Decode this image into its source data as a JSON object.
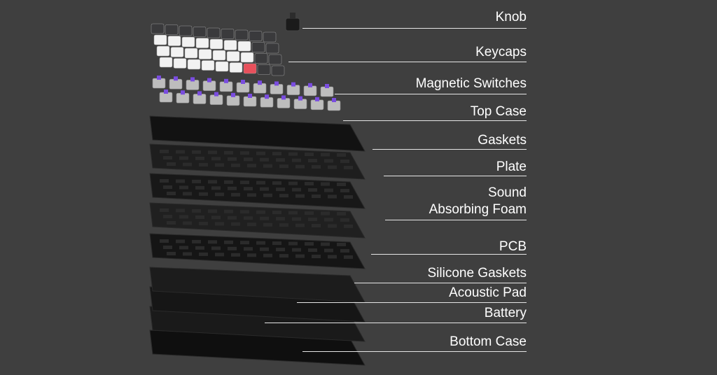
{
  "colors": {
    "background": "#3f3f3f",
    "label_text": "#ffffff",
    "leader_line": "#e6e6e6",
    "keycap_white": "#f2f2f2",
    "keycap_grey": "#3a3a3c",
    "accent_key": "#e8505b",
    "switch_purple": "#7a4de0",
    "layer_black": "#141414"
  },
  "labels": [
    {
      "key": "knob",
      "text": "Knob"
    },
    {
      "key": "keycaps",
      "text": "Keycaps"
    },
    {
      "key": "magnetic_switches",
      "text": "Magnetic Switches"
    },
    {
      "key": "top_case",
      "text": "Top Case"
    },
    {
      "key": "gaskets",
      "text": "Gaskets"
    },
    {
      "key": "plate",
      "text": "Plate"
    },
    {
      "key": "sound_absorbing_foam",
      "text": "Sound",
      "text2": "Absorbing Foam"
    },
    {
      "key": "pcb",
      "text": "PCB"
    },
    {
      "key": "silicone_gaskets",
      "text": "Silicone Gaskets"
    },
    {
      "key": "acoustic_pad",
      "text": "Acoustic Pad"
    },
    {
      "key": "battery",
      "text": "Battery"
    },
    {
      "key": "bottom_case",
      "text": "Bottom Case"
    }
  ]
}
